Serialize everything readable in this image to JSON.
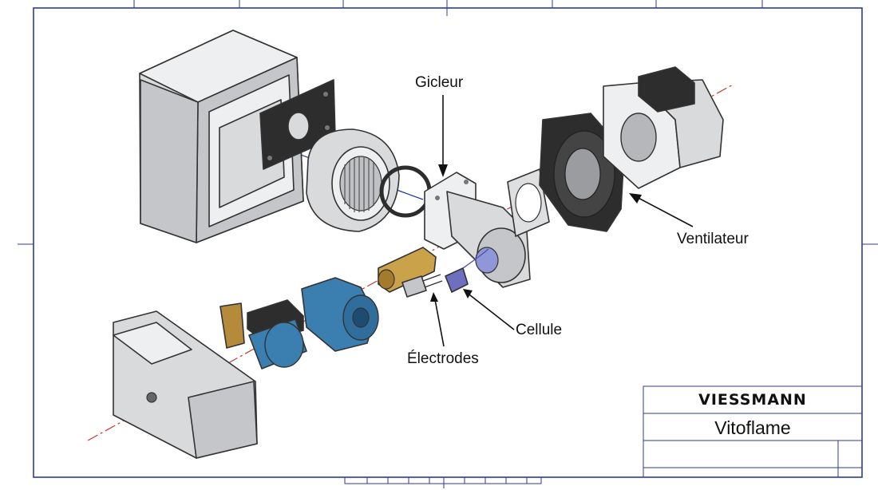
{
  "labels": {
    "gicleur": "Gicleur",
    "ventilateur": "Ventilateur",
    "cellule": "Cellule",
    "electrodes": "Électrodes"
  },
  "title_block": {
    "brand": "VIESSMANN",
    "product": "Vitoflame"
  },
  "colors": {
    "frame": "#2c3a9e",
    "axis_red": "#c0392b",
    "axis_blue": "#2233aa",
    "pump_blue": "#3b7fb0",
    "brass": "#c9a24a"
  },
  "icons": [
    "housing",
    "gasket-plate",
    "blower-wheel",
    "o-ring",
    "nozzle-block",
    "flange-gasket",
    "fan-shroud",
    "motor",
    "nozzle-fitting",
    "electrode-holder",
    "photocell",
    "pump",
    "valve-coil",
    "base-cover"
  ]
}
